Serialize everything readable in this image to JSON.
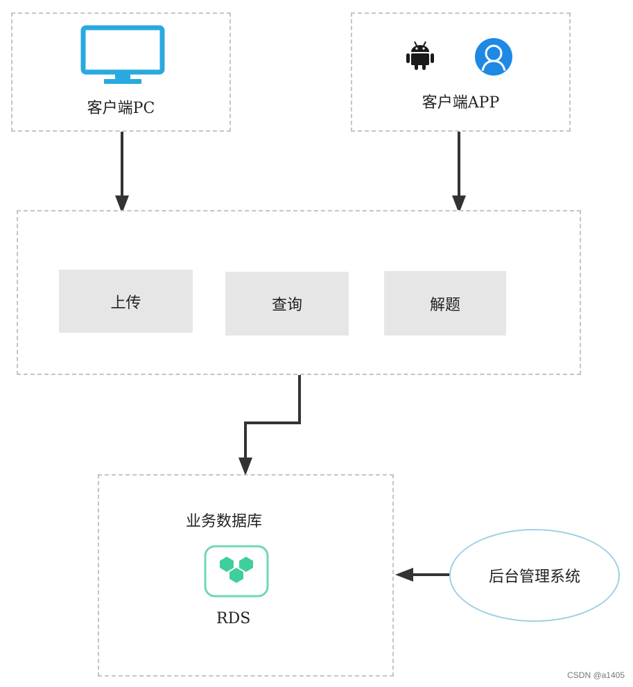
{
  "clients": {
    "pc": {
      "label": "客户端PC",
      "icon": "monitor-icon"
    },
    "app": {
      "label": "客户端APP",
      "icons": [
        "android-icon",
        "user-avatar-icon"
      ]
    }
  },
  "functions": {
    "items": [
      {
        "label": "上传"
      },
      {
        "label": "查询"
      },
      {
        "label": "解题"
      }
    ]
  },
  "database": {
    "title": "业务数据库",
    "icon": "rds-icon",
    "label": "RDS"
  },
  "admin": {
    "label": "后台管理系统"
  },
  "watermark": "CSDN @a1405",
  "colors": {
    "monitor": "#29a9e1",
    "android": "#1a1a1a",
    "avatar": "#1e88e5",
    "rds": "#3ecf9b",
    "admin_border": "#9fd0e4",
    "dashed_border": "#c4c4c4",
    "function_fill": "#e6e6e6",
    "arrow": "#333333"
  }
}
